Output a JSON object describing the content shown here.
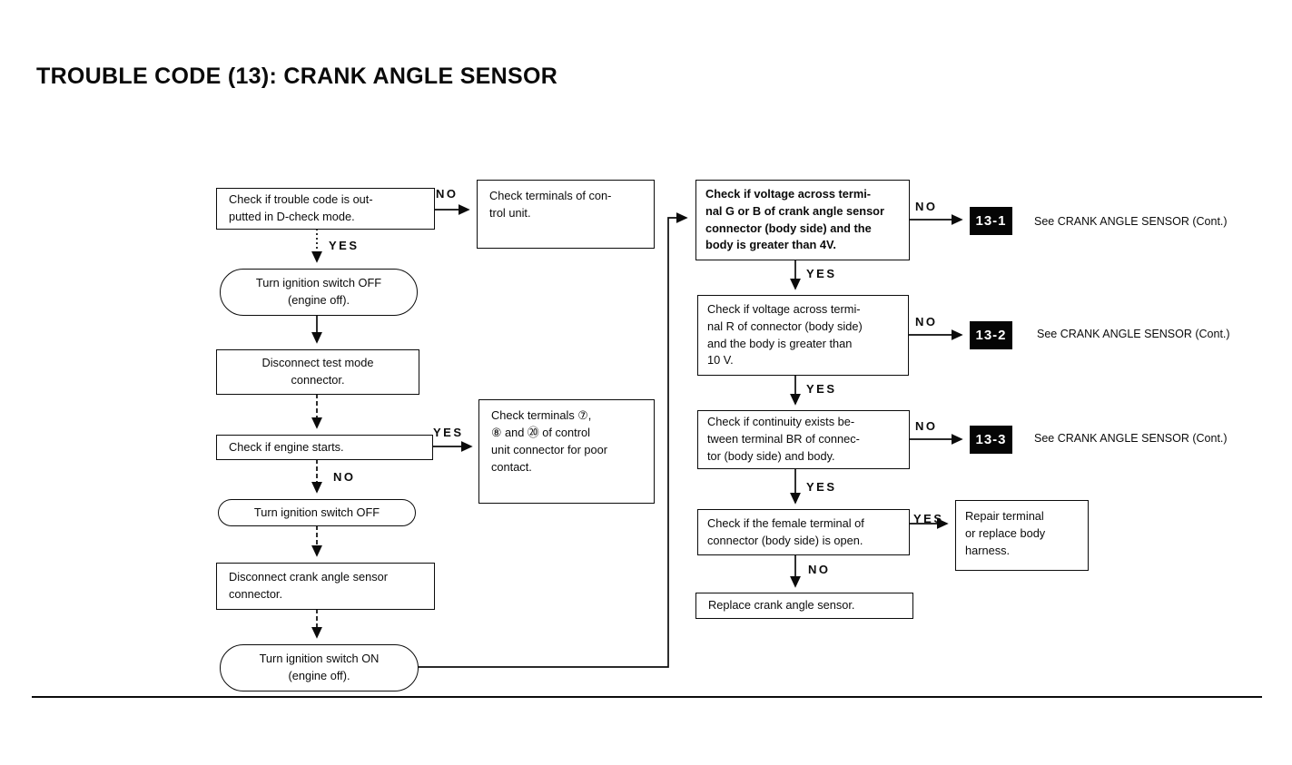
{
  "title": "TROUBLE CODE (13): CRANK ANGLE SENSOR",
  "labels": {
    "yes": "YES",
    "no": "NO"
  },
  "nodes": {
    "check_trouble_code": "Check if trouble code is out-\nputted in D-check mode.",
    "check_terminals_control_unit": "Check terminals of con-\ntrol unit.",
    "ignition_off_1": "Turn ignition switch OFF\n(engine off).",
    "disconnect_test_mode": "Disconnect test mode\nconnector.",
    "check_engine_starts": "Check if engine starts.",
    "check_terminals_7_8_20": "Check terminals ⑦,\n⑧ and ⑳ of control\nunit connector for poor\ncontact.",
    "ignition_off_2": "Turn ignition switch OFF",
    "disconnect_crank_sensor": "Disconnect crank angle sensor\nconnector.",
    "ignition_on": "Turn ignition switch ON\n(engine off).",
    "check_voltage_g_b": "Check if voltage across termi-\nnal G or B of crank angle sensor\nconnector (body side) and the\nbody is greater than 4V.",
    "check_voltage_r": "Check if voltage across termi-\nnal R of connector (body side)\nand the body is greater than\n10 V.",
    "check_continuity_br": "Check if continuity exists be-\ntween terminal BR of connec-\ntor (body side) and body.",
    "check_female_terminal": "Check if the female terminal of\nconnector (body side) is open.",
    "replace_sensor": "Replace crank angle sensor.",
    "repair_terminal": "Repair terminal\nor replace body\nharness."
  },
  "codes": [
    {
      "id": "13-1",
      "text": "See CRANK ANGLE SENSOR (Cont.)"
    },
    {
      "id": "13-2",
      "text": "See CRANK ANGLE SENSOR (Cont.)"
    },
    {
      "id": "13-3",
      "text": "See CRANK ANGLE SENSOR (Cont.)"
    }
  ]
}
